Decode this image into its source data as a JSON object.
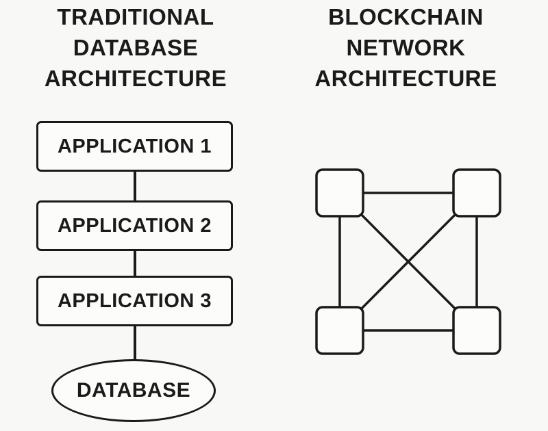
{
  "page": {
    "background_color": "#f8f8f6",
    "ink_color": "#1a1a1a",
    "node_fill_color": "#fcfcfb"
  },
  "left_panel": {
    "title": "TRADITIONAL DATABASE ARCHITECTURE",
    "diagram_type": "vertical-flowchart",
    "nodes": [
      {
        "label": "APPLICATION 1",
        "shape": "rectangle"
      },
      {
        "label": "APPLICATION 2",
        "shape": "rectangle"
      },
      {
        "label": "APPLICATION 3",
        "shape": "rectangle"
      },
      {
        "label": "DATABASE",
        "shape": "ellipse"
      }
    ],
    "connections": "each application connects downward in a chain ending at the database"
  },
  "right_panel": {
    "title": "BLOCKCHAIN NETWORK ARCHITECTURE",
    "diagram_type": "network-graph",
    "nodes": [
      {
        "id": "node-top-left",
        "shape": "rounded-square"
      },
      {
        "id": "node-top-right",
        "shape": "rounded-square"
      },
      {
        "id": "node-bottom-left",
        "shape": "rounded-square"
      },
      {
        "id": "node-bottom-right",
        "shape": "rounded-square"
      }
    ],
    "topology": "full-mesh",
    "link_count": 6
  }
}
